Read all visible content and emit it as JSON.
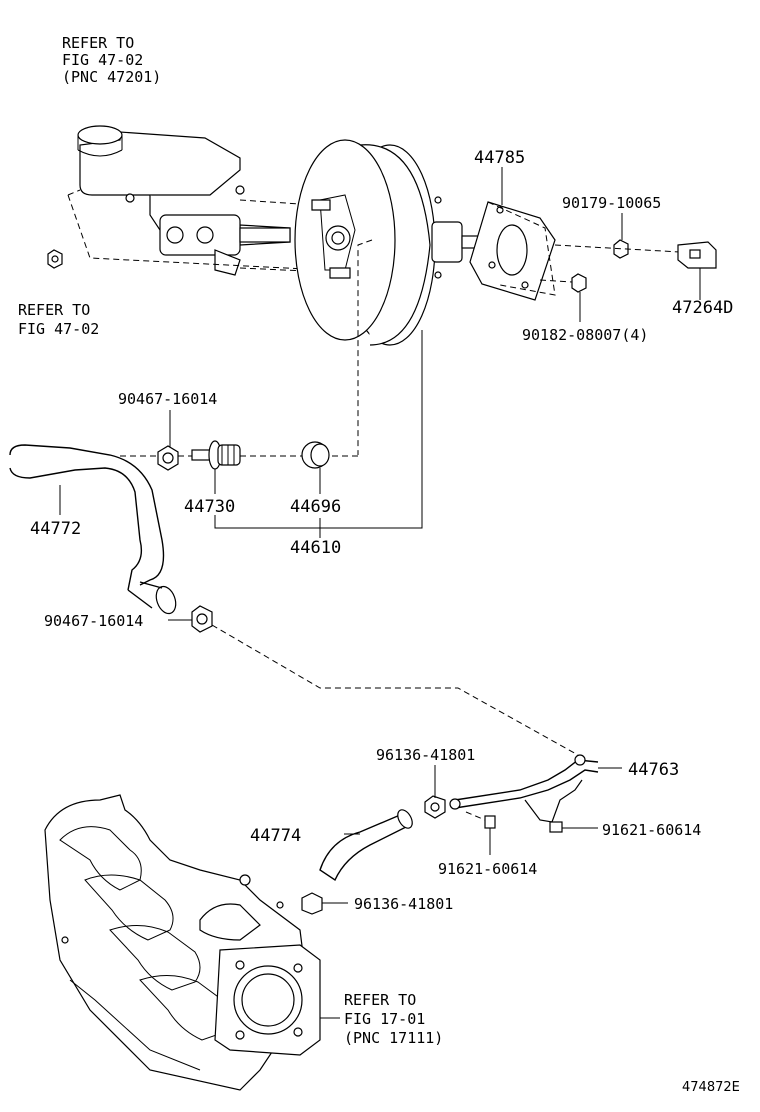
{
  "refs": {
    "master_cylinder": [
      "REFER TO",
      "FIG 47-02",
      "(PNC 47201)"
    ],
    "nut_left": [
      "REFER TO",
      "FIG 47-02"
    ],
    "throttle_body": [
      "REFER TO",
      "FIG 17-01",
      "(PNC 17111)"
    ]
  },
  "parts": {
    "p44785": "44785",
    "p90179": "90179-10065",
    "p47264d": "47264D",
    "p90182": "90182-08007(4)",
    "p90467_top": "90467-16014",
    "p44772": "44772",
    "p44730": "44730",
    "p44696": "44696",
    "p44610": "44610",
    "p90467_bottom": "90467-16014",
    "p96136_top": "96136-41801",
    "p44763": "44763",
    "p44774": "44774",
    "p91621_right": "91621-60614",
    "p91621_bottom": "91621-60614",
    "p96136_bottom": "96136-41801"
  },
  "figure_id": "474872E"
}
